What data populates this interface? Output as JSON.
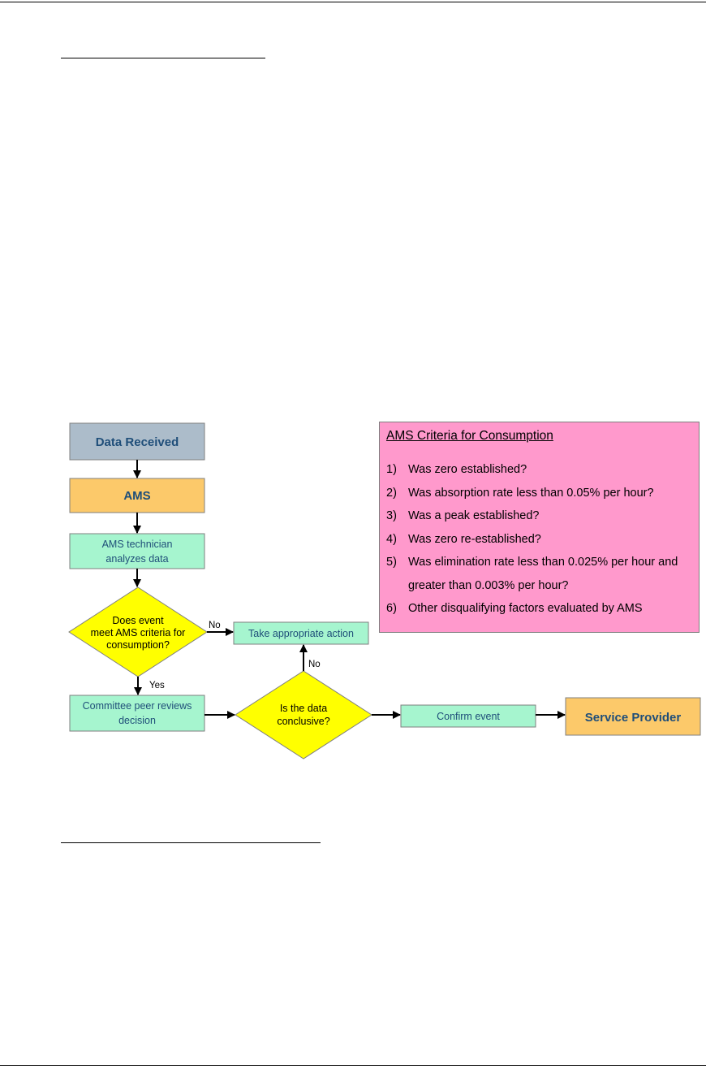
{
  "flowchart": {
    "data_received": "Data Received",
    "ams": "AMS",
    "technician": [
      "AMS technician",
      "analyzes data"
    ],
    "decision_criteria": [
      "Does event",
      "meet AMS criteria for",
      "consumption?"
    ],
    "take_action": "Take appropriate action",
    "peer_review": [
      "Committee peer reviews",
      "decision"
    ],
    "decision_conclusive": [
      "Is the data",
      "conclusive?"
    ],
    "confirm_event": "Confirm event",
    "service_provider": "Service Provider",
    "label_no_1": "No",
    "label_yes": "Yes",
    "label_no_2": "No"
  },
  "criteria": {
    "title": "AMS Criteria for Consumption",
    "items": [
      {
        "num": "1)",
        "text": "Was zero established?"
      },
      {
        "num": "2)",
        "text": "Was absorption rate less than 0.05% per hour?"
      },
      {
        "num": "3)",
        "text": "Was a peak established?"
      },
      {
        "num": "4)",
        "text": "Was zero re-established?"
      },
      {
        "num": "5)",
        "text": "Was elimination rate less than 0.025% per hour and greater than 0.003% per hour?"
      },
      {
        "num": "6)",
        "text": "Other disqualifying factors evaluated by AMS"
      }
    ]
  },
  "colors": {
    "gray_blue_box": "#acbcca",
    "orange_box": "#fcc96a",
    "mint_box": "#a6f5cf",
    "yellow_diamond": "#ffff00",
    "pink_panel": "#ff99cc",
    "node_text": "#1f4e79"
  }
}
